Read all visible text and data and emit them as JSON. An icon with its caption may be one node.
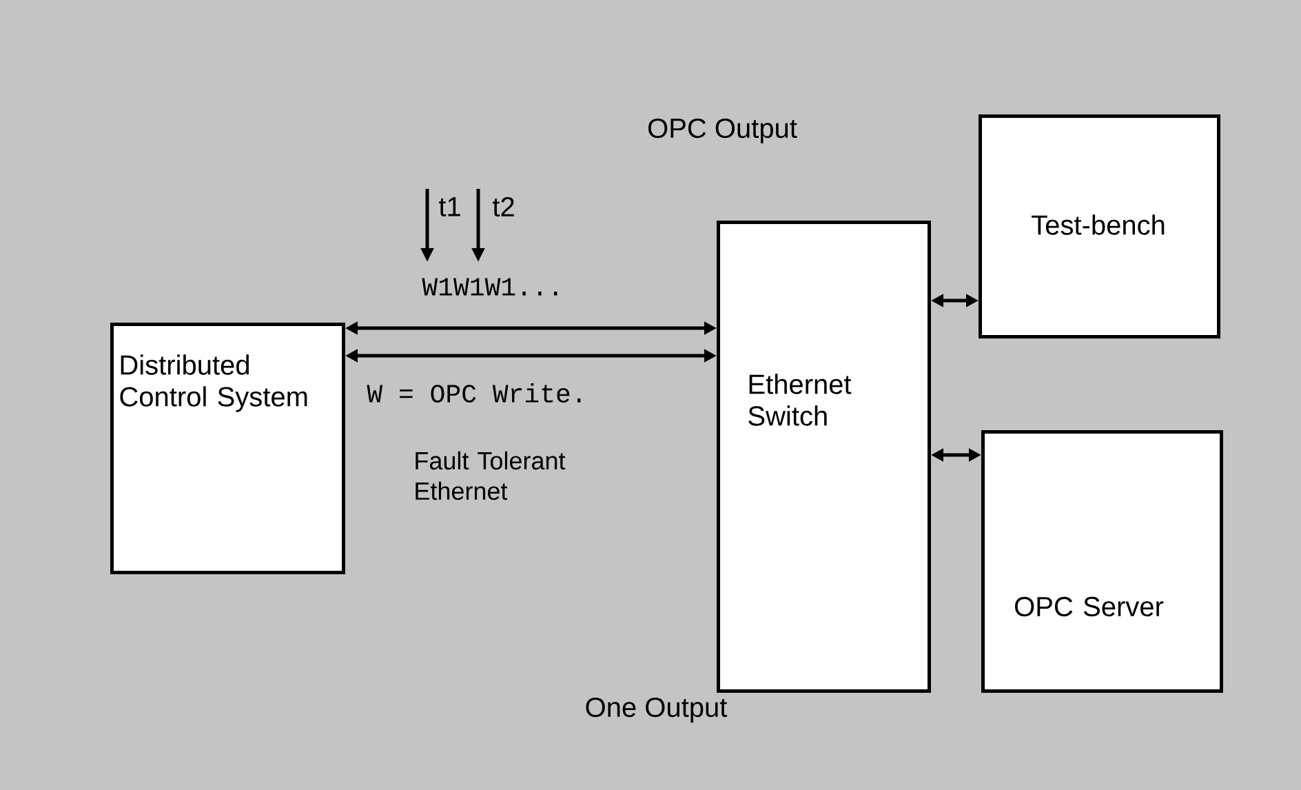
{
  "diagram": {
    "nodes": [
      {
        "text": [
          "Distributed Control System"
        ]
      },
      {
        "text": [
          "Ethernet Switch"
        ]
      },
      {
        "text": [
          "Test-bench"
        ]
      },
      {
        "text": [
          "OPC Server"
        ]
      }
    ],
    "edges": [
      {
        "from": 0,
        "to": 1,
        "arrow": "both"
      },
      {
        "from": 0,
        "to": 1,
        "arrow": "both"
      },
      {
        "from": 1,
        "to": 2,
        "arrow": "both"
      },
      {
        "from": 1,
        "to": 3,
        "arrow": "both"
      }
    ],
    "labels": [
      "OPC Output",
      "t1",
      "t2",
      "W1W1W1...",
      "W = OPC Write.",
      "Fault Tolerant Ethernet",
      "One Output"
    ]
  }
}
